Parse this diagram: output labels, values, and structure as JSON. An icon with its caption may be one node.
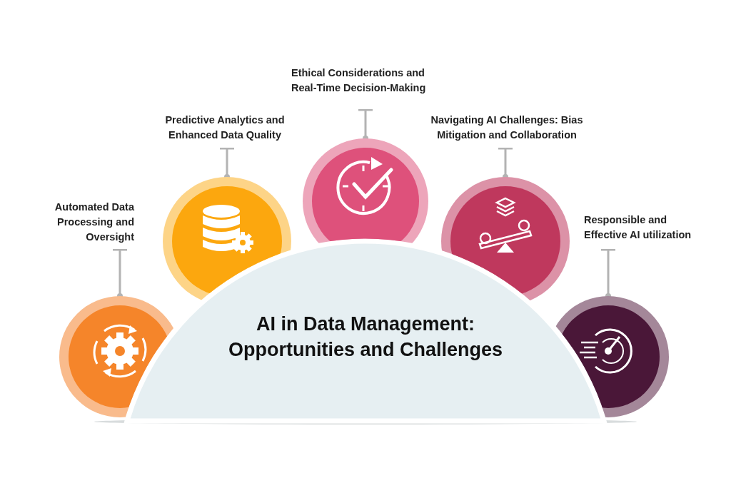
{
  "diagram": {
    "nodes": [
      {
        "text": [
          "AI in Data Management: Opportunities and Challenges"
        ]
      },
      {
        "text": [
          "Automated Data Processing and Oversight"
        ]
      },
      {
        "text": [],
        "shape": "circle"
      },
      {
        "text": [
          "Predictive Analytics and Enhanced Data Quality"
        ]
      },
      {
        "text": [],
        "shape": "circle"
      },
      {
        "text": [
          "Ethical Considerations and Real-Time Decision-Making"
        ]
      },
      {
        "text": [],
        "shape": "circle"
      },
      {
        "text": [
          "Navigating AI Challenges: Bias Mitigation and Collaboration"
        ]
      },
      {
        "text": [],
        "shape": "circle"
      },
      {
        "text": [
          "Responsible and Effective AI utilization"
        ]
      },
      {
        "text": [],
        "shape": "circle"
      }
    ],
    "edges": [
      {
        "from": 1,
        "to": 2,
        "arrow": "other"
      },
      {
        "from": 3,
        "to": 4,
        "arrow": "other"
      },
      {
        "from": 5,
        "to": 6,
        "arrow": "other"
      },
      {
        "from": 7,
        "to": 8,
        "arrow": "other"
      },
      {
        "from": 9,
        "to": 10,
        "arrow": "other"
      }
    ]
  }
}
